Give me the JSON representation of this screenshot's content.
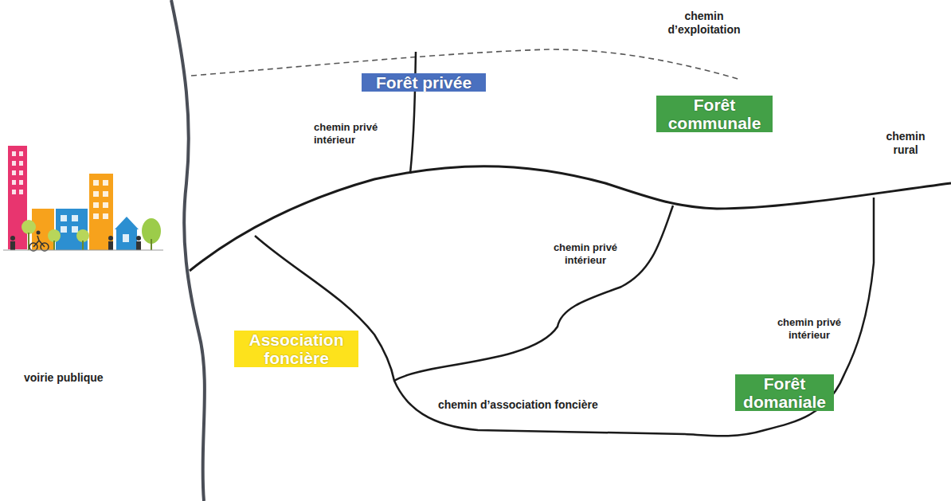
{
  "diagram": {
    "nodes": [
      {
        "text": [
          "Forêt privée"
        ]
      },
      {
        "text": [
          "Forêt communale"
        ]
      },
      {
        "text": [
          "Association foncière"
        ]
      },
      {
        "text": [
          "Forêt domaniale"
        ]
      }
    ],
    "labels": [
      "chemin d’exploitation",
      "chemin rural",
      "voirie publique",
      "chemin privé intérieur",
      "chemin privé intérieur",
      "chemin privé intérieur",
      "chemin d’association foncière"
    ]
  }
}
